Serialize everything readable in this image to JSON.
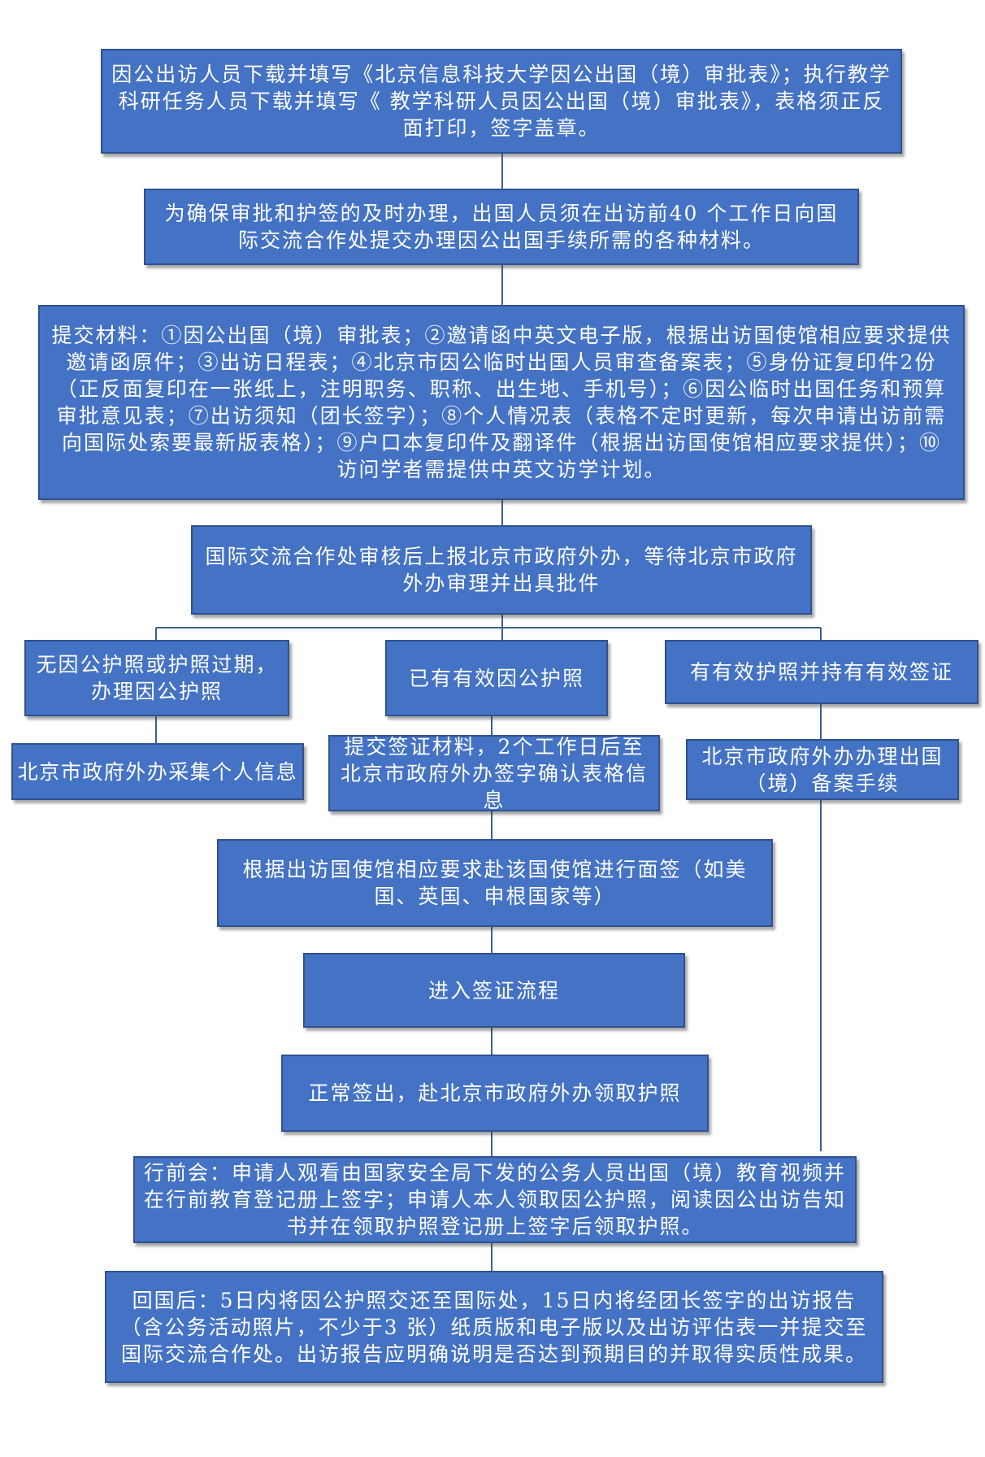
{
  "steps": {
    "s1": "因公出访人员下载并填写《北京信息科技大学因公出国（境）审批表》；执行教学科研任务人员下载并填写《 教学科研人员因公出国（境）审批表》，表格须正反面打印，签字盖章。",
    "s2": "为确保审批和护签的及时办理，出国人员须在出访前40 个工作日向国际交流合作处提交办理因公出国手续所需的各种材料。",
    "s3": "提交材料：①因公出国（境）审批表；②邀请函中英文电子版，根据出访国使馆相应要求提供邀请函原件；③出访日程表；④北京市因公临时出国人员审查备案表；⑤身份证复印件2份（正反面复印在一张纸上，注明职务、职称、出生地、手机号）；⑥因公临时出国任务和预算审批意见表；⑦出访须知（团长签字）；⑧个人情况表（表格不定时更新，每次申请出访前需向国际处索要最新版表格）；⑨户口本复印件及翻译件（根据出访国使馆相应要求提供）；⑩访问学者需提供中英文访学计划。",
    "s4": "国际交流合作处审核后上报北京市政府外办，等待北京市政府外办审理并出具批件",
    "b1a": "无因公护照或护照过期，办理因公护照",
    "b1b": "北京市政府外办采集个人信息",
    "b2a": "已有有效因公护照",
    "b2b": "提交签证材料，2个工作日后至北京市政府外办签字确认表格信息",
    "b3a": "有有效护照并持有有效签证",
    "b3b": "北京市政府外办办理出国（境）备案手续",
    "s5": "根据出访国使馆相应要求赴该国使馆进行面签（如美国、英国、申根国家等）",
    "s6": "进入签证流程",
    "s7": "正常签出，赴北京市政府外办领取护照",
    "s8": "行前会：申请人观看由国家安全局下发的公务人员出国（境）教育视频并在行前教育登记册上签字；申请人本人领取因公护照，阅读因公出访告知书并在领取护照登记册上签字后领取护照。",
    "s9": "回国后：5日内将因公护照交还至国际处，15日内将经团长签字的出访报告（含公务活动照片，不少于3 张）纸质版和电子版以及出访评估表一并提交至国际交流合作处。出访报告应明确说明是否达到预期目的并取得实质性成果。"
  },
  "colors": {
    "box_fill": "#4472C4",
    "box_border": "#2F528F",
    "connector": "#3F5F8F"
  }
}
